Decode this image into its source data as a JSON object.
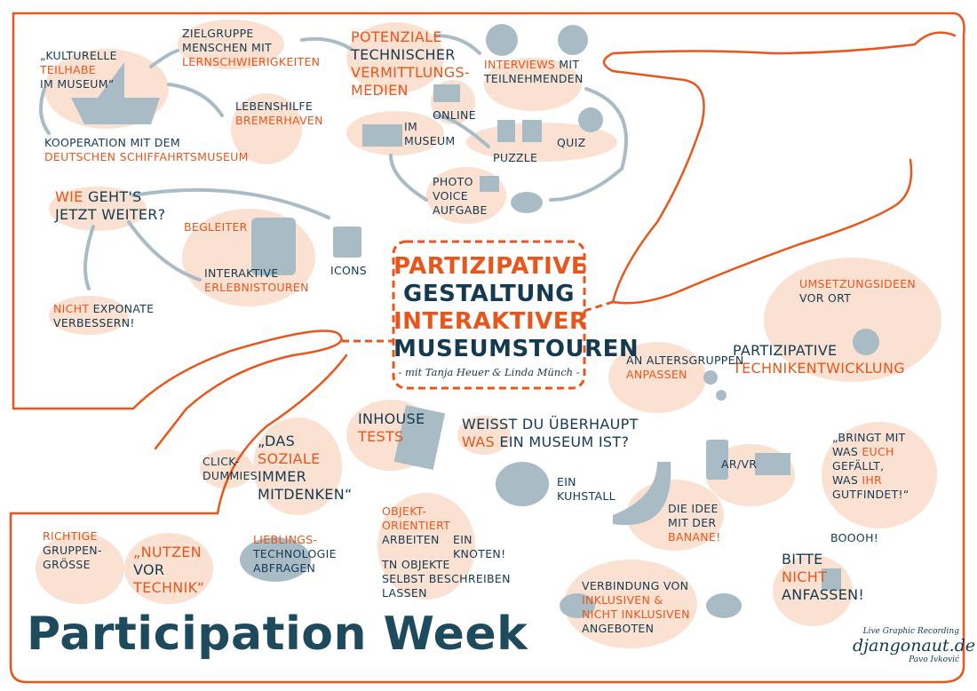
{
  "title": "Participation Week",
  "subtitle": "- mit Tanja Heuer & Linda Münch -",
  "credits": {
    "line1": "Live Graphic Recording",
    "line2": "djangonaut.de",
    "line3": "Pavo Ivković"
  },
  "colors": {
    "orange": "#e8561c",
    "navy": "#143a52",
    "peach": "#fbe1d1",
    "gray": "#a9bcc5"
  },
  "center_title": [
    [
      [
        "Partizipative",
        "o"
      ]
    ],
    [
      [
        "Gestaltung",
        "d"
      ]
    ],
    [
      [
        "Interaktiver",
        "o"
      ]
    ],
    [
      [
        "Museumstouren",
        "d"
      ]
    ]
  ],
  "nodes": [
    {
      "id": "kulturelle",
      "lines": [
        [
          [
            "„Kulturelle",
            "d"
          ]
        ],
        [
          [
            "Teilhabe",
            "o"
          ]
        ],
        [
          [
            "im Museum“",
            "d"
          ]
        ]
      ]
    },
    {
      "id": "kooperation",
      "lines": [
        [
          [
            "Kooperation mit dem",
            "d"
          ]
        ],
        [
          [
            "Deutschen Schiffahrtsmuseum",
            "o"
          ]
        ]
      ]
    },
    {
      "id": "zielgruppe",
      "lines": [
        [
          [
            "Zielgruppe",
            "d"
          ]
        ],
        [
          [
            "Menschen mit",
            "d"
          ]
        ],
        [
          [
            "Lernschwierigkeiten",
            "o"
          ]
        ]
      ]
    },
    {
      "id": "lebenshilfe",
      "lines": [
        [
          [
            "Lebenshilfe",
            "d"
          ]
        ],
        [
          [
            "Bremerhaven",
            "o"
          ]
        ]
      ]
    },
    {
      "id": "potenziale",
      "lines": [
        [
          [
            "Potenziale",
            "o"
          ]
        ],
        [
          [
            "technischer",
            "d"
          ]
        ],
        [
          [
            "Vermittlungs-",
            "o"
          ]
        ],
        [
          [
            "Medien",
            "o"
          ]
        ]
      ]
    },
    {
      "id": "interviews",
      "lines": [
        [
          [
            "Interviews ",
            "o"
          ],
          [
            "mit",
            "d"
          ]
        ],
        [
          [
            "Teilnehmenden",
            "d"
          ]
        ]
      ]
    },
    {
      "id": "online",
      "lines": [
        [
          [
            "Online",
            "d"
          ]
        ]
      ]
    },
    {
      "id": "immuseum",
      "lines": [
        [
          [
            "im",
            "d"
          ]
        ],
        [
          [
            "Museum",
            "d"
          ]
        ]
      ]
    },
    {
      "id": "puzzle",
      "lines": [
        [
          [
            "Puzzle",
            "d"
          ]
        ]
      ]
    },
    {
      "id": "quiz",
      "lines": [
        [
          [
            "Quiz",
            "d"
          ]
        ]
      ]
    },
    {
      "id": "photovoice",
      "lines": [
        [
          [
            "Photo",
            "d"
          ]
        ],
        [
          [
            "Voice",
            "d"
          ]
        ],
        [
          [
            "Aufgabe",
            "d"
          ]
        ]
      ]
    },
    {
      "id": "wiegehts",
      "lines": [
        [
          [
            "Wie ",
            "o"
          ],
          [
            "geht's",
            "d"
          ]
        ],
        [
          [
            "jetzt weiter?",
            "d"
          ]
        ]
      ]
    },
    {
      "id": "begleiter",
      "lines": [
        [
          [
            "Begleiter",
            "o"
          ]
        ]
      ]
    },
    {
      "id": "interaktive",
      "lines": [
        [
          [
            "interaktive",
            "d"
          ]
        ],
        [
          [
            "Erlebnistouren",
            "o"
          ]
        ]
      ]
    },
    {
      "id": "icons",
      "lines": [
        [
          [
            "Icons",
            "d"
          ]
        ]
      ]
    },
    {
      "id": "exponate",
      "lines": [
        [
          [
            "Nicht ",
            "o"
          ],
          [
            "Exponate",
            "d"
          ]
        ],
        [
          [
            "verbessern!",
            "d"
          ]
        ]
      ]
    },
    {
      "id": "umsetzung",
      "lines": [
        [
          [
            "Umsetzungsideen",
            "o"
          ]
        ],
        [
          [
            "vor Ort",
            "d"
          ]
        ]
      ]
    },
    {
      "id": "technik",
      "lines": [
        [
          [
            "Partizipative",
            "d"
          ]
        ],
        [
          [
            "Technikentwicklung",
            "o"
          ]
        ]
      ]
    },
    {
      "id": "alter",
      "lines": [
        [
          [
            "an Altersgruppen",
            "d"
          ]
        ],
        [
          [
            "anpassen",
            "o"
          ]
        ]
      ]
    },
    {
      "id": "inhouse",
      "lines": [
        [
          [
            "Inhouse",
            "d"
          ]
        ],
        [
          [
            "Tests",
            "o"
          ]
        ]
      ]
    },
    {
      "id": "weisst",
      "lines": [
        [
          [
            "Weißt du überhaupt",
            "d"
          ]
        ],
        [
          [
            "Was ",
            "o"
          ],
          [
            "ein Museum ist?",
            "d"
          ]
        ]
      ]
    },
    {
      "id": "kuhstall",
      "lines": [
        [
          [
            "ein",
            "d"
          ]
        ],
        [
          [
            "Kuhstall",
            "d"
          ]
        ]
      ]
    },
    {
      "id": "bringt",
      "lines": [
        [
          [
            "„Bringt mit",
            "d"
          ]
        ],
        [
          [
            "was ",
            "d"
          ],
          [
            "euch",
            "o"
          ]
        ],
        [
          [
            "gefällt,",
            "d"
          ]
        ],
        [
          [
            "was ",
            "d"
          ],
          [
            "ihr",
            "o"
          ]
        ],
        [
          [
            "gutfindet!“",
            "d"
          ]
        ]
      ]
    },
    {
      "id": "arvr",
      "lines": [
        [
          [
            "AR/VR",
            "d"
          ]
        ]
      ]
    },
    {
      "id": "click",
      "lines": [
        [
          [
            "Click-",
            "d"
          ]
        ],
        [
          [
            "Dummies",
            "d"
          ]
        ]
      ]
    },
    {
      "id": "soziale",
      "lines": [
        [
          [
            "„Das",
            "d"
          ]
        ],
        [
          [
            "Soziale",
            "o"
          ]
        ],
        [
          [
            "immer",
            "d"
          ]
        ],
        [
          [
            "mitdenken“",
            "d"
          ]
        ]
      ]
    },
    {
      "id": "banane",
      "lines": [
        [
          [
            "die Idee",
            "d"
          ]
        ],
        [
          [
            "mit der",
            "d"
          ]
        ],
        [
          [
            "Banane!",
            "o"
          ]
        ]
      ]
    },
    {
      "id": "gruppe",
      "lines": [
        [
          [
            "richtige",
            "o"
          ]
        ],
        [
          [
            "Gruppen-",
            "d"
          ]
        ],
        [
          [
            "Größe",
            "d"
          ]
        ]
      ]
    },
    {
      "id": "nutzen",
      "lines": [
        [
          [
            "„Nutzen",
            "o"
          ]
        ],
        [
          [
            "vor",
            "d"
          ]
        ],
        [
          [
            "Technik“",
            "o"
          ]
        ]
      ]
    },
    {
      "id": "lieblings",
      "lines": [
        [
          [
            "Lieblings-",
            "o"
          ]
        ],
        [
          [
            "Technologie",
            "d"
          ]
        ],
        [
          [
            "abfragen",
            "d"
          ]
        ]
      ]
    },
    {
      "id": "objekt",
      "lines": [
        [
          [
            "Objekt-",
            "o"
          ]
        ],
        [
          [
            "orientiert",
            "o"
          ]
        ],
        [
          [
            "arbeiten",
            "d"
          ]
        ]
      ]
    },
    {
      "id": "knoten",
      "lines": [
        [
          [
            "ein",
            "d"
          ]
        ],
        [
          [
            "Knoten!",
            "d"
          ]
        ]
      ]
    },
    {
      "id": "tn",
      "lines": [
        [
          [
            "TN Objekte",
            "d"
          ]
        ],
        [
          [
            "selbst beschreiben",
            "d"
          ]
        ],
        [
          [
            "lassen",
            "d"
          ]
        ]
      ]
    },
    {
      "id": "verbindung",
      "lines": [
        [
          [
            "Verbindung von",
            "d"
          ]
        ],
        [
          [
            "inklusiven &",
            "o"
          ]
        ],
        [
          [
            "nicht inklusiven",
            "o"
          ]
        ],
        [
          [
            "Angeboten",
            "d"
          ]
        ]
      ]
    },
    {
      "id": "bitte",
      "lines": [
        [
          [
            "Bitte",
            "d"
          ]
        ],
        [
          [
            "Nicht",
            "o"
          ]
        ],
        [
          [
            "anfassen!",
            "d"
          ]
        ]
      ]
    },
    {
      "id": "boooh",
      "lines": [
        [
          [
            "Boooh!",
            "d"
          ]
        ]
      ]
    }
  ]
}
